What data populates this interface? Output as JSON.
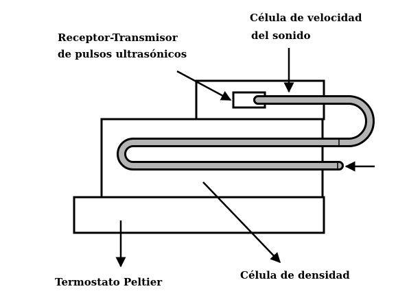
{
  "labels": {
    "speed_cell_line1": "Célula de velocidad",
    "speed_cell_line2": "del sonido",
    "transducer_line1": "Receptor-Transmisor",
    "transducer_line2": "de pulsos ultrasónicos",
    "density_cell": "Célula de densidad",
    "thermostat": "Termostato Peltier"
  },
  "colors": {
    "outline": "#000000",
    "tube_fill": "#b4b4b4",
    "background": "#ffffff"
  }
}
